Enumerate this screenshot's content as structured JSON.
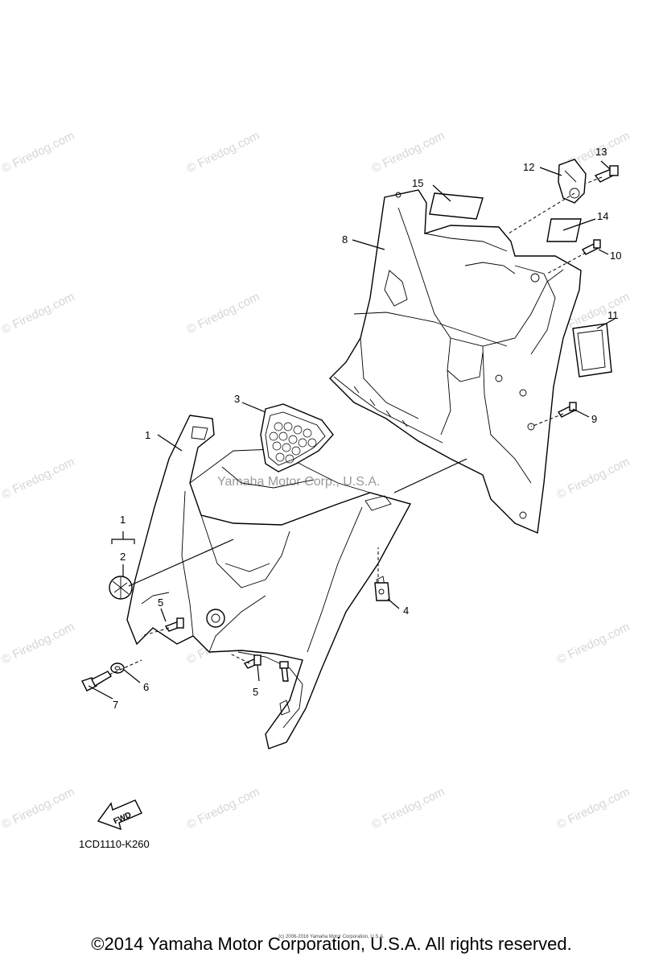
{
  "watermark": {
    "text": "© Firedog.com",
    "center_text": "Yamaha Motor Corp., U.S.A."
  },
  "callouts": {
    "c1": "1",
    "c1b": "1",
    "c2": "2",
    "c3": "3",
    "c4": "4",
    "c5a": "5",
    "c5b": "5",
    "c6": "6",
    "c7": "7",
    "c8": "8",
    "c9": "9",
    "c10": "10",
    "c11": "11",
    "c12": "12",
    "c13": "13",
    "c14": "14",
    "c15": "15"
  },
  "fwd_label": "FWD",
  "diagram_code": "1CD1110-K260",
  "footer": {
    "copyright": "©2014 Yamaha Motor Corporation, U.S.A. All rights reserved.",
    "small": "(c) 2006-2016 Yamaha Motor Corporation, U.S.A."
  }
}
